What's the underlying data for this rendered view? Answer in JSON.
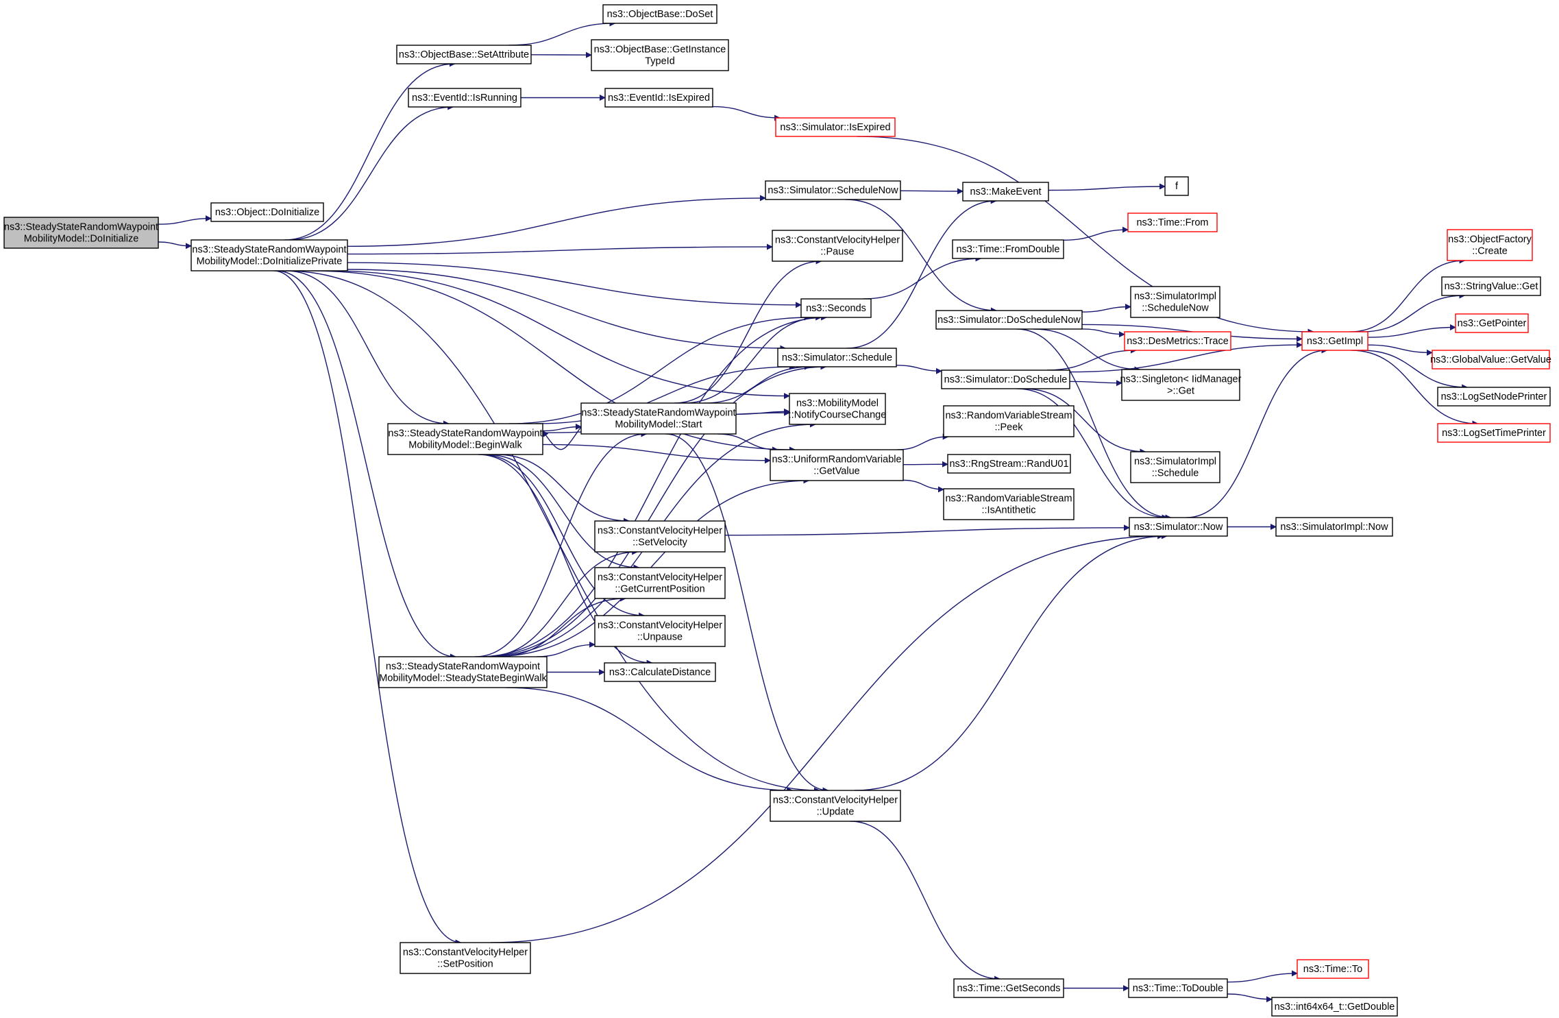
{
  "nodes": [
    {
      "id": "root",
      "lines": [
        "ns3::SteadyStateRandomWaypoint",
        "MobilityModel::DoInitialize"
      ],
      "root": true
    },
    {
      "id": "obj_doinit",
      "lines": [
        "ns3::Object::DoInitialize"
      ]
    },
    {
      "id": "doinitpriv",
      "lines": [
        "ns3::SteadyStateRandomWaypoint",
        "MobilityModel::DoInitializePrivate"
      ]
    },
    {
      "id": "ob_setattr",
      "lines": [
        "ns3::ObjectBase::SetAttribute"
      ]
    },
    {
      "id": "ob_doset",
      "lines": [
        "ns3::ObjectBase::DoSet"
      ]
    },
    {
      "id": "ob_getinst",
      "lines": [
        "ns3::ObjectBase::GetInstance",
        "TypeId"
      ]
    },
    {
      "id": "ev_isrunning",
      "lines": [
        "ns3::EventId::IsRunning"
      ]
    },
    {
      "id": "ev_isexpired",
      "lines": [
        "ns3::EventId::IsExpired"
      ]
    },
    {
      "id": "sim_isexpired",
      "lines": [
        "ns3::Simulator::IsExpired"
      ],
      "red": true
    },
    {
      "id": "sim_schednow",
      "lines": [
        "ns3::Simulator::ScheduleNow"
      ]
    },
    {
      "id": "makeevent",
      "lines": [
        "ns3::MakeEvent"
      ]
    },
    {
      "id": "f",
      "lines": [
        "f"
      ]
    },
    {
      "id": "cvh_pause",
      "lines": [
        "ns3::ConstantVelocityHelper",
        "::Pause"
      ]
    },
    {
      "id": "time_fromdouble",
      "lines": [
        "ns3::Time::FromDouble"
      ]
    },
    {
      "id": "time_from",
      "lines": [
        "ns3::Time::From"
      ],
      "red": true
    },
    {
      "id": "seconds",
      "lines": [
        "ns3::Seconds"
      ]
    },
    {
      "id": "sim_dosn",
      "lines": [
        "ns3::Simulator::DoScheduleNow"
      ]
    },
    {
      "id": "simimpl_sn",
      "lines": [
        "ns3::SimulatorImpl",
        "::ScheduleNow"
      ]
    },
    {
      "id": "desmetrics",
      "lines": [
        "ns3::DesMetrics::Trace"
      ],
      "red": true
    },
    {
      "id": "sim_schedule",
      "lines": [
        "ns3::Simulator::Schedule"
      ]
    },
    {
      "id": "sim_dosched",
      "lines": [
        "ns3::Simulator::DoSchedule"
      ]
    },
    {
      "id": "singleton",
      "lines": [
        "ns3::Singleton< IidManager",
        ">::Get"
      ]
    },
    {
      "id": "getimpl",
      "lines": [
        "ns3::GetImpl"
      ],
      "red": true
    },
    {
      "id": "objfactory",
      "lines": [
        "ns3::ObjectFactory",
        "::Create"
      ],
      "red": true
    },
    {
      "id": "stringvalue",
      "lines": [
        "ns3::StringValue::Get"
      ]
    },
    {
      "id": "getpointer",
      "lines": [
        "ns3::GetPointer"
      ],
      "red": true
    },
    {
      "id": "globalvalue",
      "lines": [
        "ns3::GlobalValue::GetValue"
      ],
      "red": true
    },
    {
      "id": "lognode",
      "lines": [
        "ns3::LogSetNodePrinter"
      ]
    },
    {
      "id": "logtime",
      "lines": [
        "ns3::LogSetTimePrinter"
      ],
      "red": true
    },
    {
      "id": "mm_notify",
      "lines": [
        "ns3::MobilityModel",
        "::NotifyCourseChange"
      ]
    },
    {
      "id": "ss_start",
      "lines": [
        "ns3::SteadyStateRandomWaypoint",
        "MobilityModel::Start"
      ]
    },
    {
      "id": "beginwalk",
      "lines": [
        "ns3::SteadyStateRandomWaypoint",
        "MobilityModel::BeginWalk"
      ]
    },
    {
      "id": "urv_getvalue",
      "lines": [
        "ns3::UniformRandomVariable",
        "::GetValue"
      ]
    },
    {
      "id": "rvs_peek",
      "lines": [
        "ns3::RandomVariableStream",
        "::Peek"
      ]
    },
    {
      "id": "rng_randu01",
      "lines": [
        "ns3::RngStream::RandU01"
      ]
    },
    {
      "id": "rvs_isanti",
      "lines": [
        "ns3::RandomVariableStream",
        "::IsAntithetic"
      ]
    },
    {
      "id": "simimpl_sched",
      "lines": [
        "ns3::SimulatorImpl",
        "::Schedule"
      ]
    },
    {
      "id": "sim_now",
      "lines": [
        "ns3::Simulator::Now"
      ]
    },
    {
      "id": "simimpl_now",
      "lines": [
        "ns3::SimulatorImpl::Now"
      ]
    },
    {
      "id": "cvh_setvel",
      "lines": [
        "ns3::ConstantVelocityHelper",
        "::SetVelocity"
      ]
    },
    {
      "id": "cvh_getcur",
      "lines": [
        "ns3::ConstantVelocityHelper",
        "::GetCurrentPosition"
      ]
    },
    {
      "id": "cvh_unpause",
      "lines": [
        "ns3::ConstantVelocityHelper",
        "::Unpause"
      ]
    },
    {
      "id": "calcdist",
      "lines": [
        "ns3::CalculateDistance"
      ]
    },
    {
      "id": "ss_beginwalk",
      "lines": [
        "ns3::SteadyStateRandomWaypoint",
        "MobilityModel::SteadyStateBeginWalk"
      ]
    },
    {
      "id": "cvh_update",
      "lines": [
        "ns3::ConstantVelocityHelper",
        "::Update"
      ]
    },
    {
      "id": "cvh_setpos",
      "lines": [
        "ns3::ConstantVelocityHelper",
        "::SetPosition"
      ]
    },
    {
      "id": "time_getsec",
      "lines": [
        "ns3::Time::GetSeconds"
      ]
    },
    {
      "id": "time_todouble",
      "lines": [
        "ns3::Time::ToDouble"
      ]
    },
    {
      "id": "time_to",
      "lines": [
        "ns3::Time::To"
      ],
      "red": true
    },
    {
      "id": "int64_getdouble",
      "lines": [
        "ns3::int64x64_t::GetDouble"
      ]
    }
  ],
  "edges": [
    [
      "root",
      "obj_doinit"
    ],
    [
      "root",
      "doinitpriv"
    ],
    [
      "doinitpriv",
      "ob_setattr"
    ],
    [
      "doinitpriv",
      "ev_isrunning"
    ],
    [
      "doinitpriv",
      "sim_schednow"
    ],
    [
      "doinitpriv",
      "cvh_pause"
    ],
    [
      "doinitpriv",
      "seconds"
    ],
    [
      "doinitpriv",
      "sim_schedule"
    ],
    [
      "doinitpriv",
      "mm_notify"
    ],
    [
      "doinitpriv",
      "beginwalk"
    ],
    [
      "doinitpriv",
      "ss_beginwalk"
    ],
    [
      "doinitpriv",
      "cvh_update"
    ],
    [
      "doinitpriv",
      "cvh_setpos"
    ],
    [
      "doinitpriv",
      "urv_getvalue"
    ],
    [
      "ob_setattr",
      "ob_doset"
    ],
    [
      "ob_setattr",
      "ob_getinst"
    ],
    [
      "ev_isrunning",
      "ev_isexpired"
    ],
    [
      "ev_isexpired",
      "sim_isexpired"
    ],
    [
      "sim_isexpired",
      "getimpl"
    ],
    [
      "sim_schednow",
      "makeevent"
    ],
    [
      "sim_schednow",
      "sim_dosn"
    ],
    [
      "makeevent",
      "f"
    ],
    [
      "time_fromdouble",
      "time_from"
    ],
    [
      "seconds",
      "time_fromdouble"
    ],
    [
      "sim_schedule",
      "makeevent"
    ],
    [
      "sim_schedule",
      "sim_dosched"
    ],
    [
      "sim_dosn",
      "simimpl_sn"
    ],
    [
      "sim_dosn",
      "desmetrics"
    ],
    [
      "sim_dosn",
      "singleton"
    ],
    [
      "sim_dosn",
      "getimpl"
    ],
    [
      "sim_dosn",
      "sim_now"
    ],
    [
      "sim_dosched",
      "desmetrics"
    ],
    [
      "sim_dosched",
      "singleton"
    ],
    [
      "sim_dosched",
      "getimpl"
    ],
    [
      "sim_dosched",
      "simimpl_sched"
    ],
    [
      "sim_dosched",
      "sim_now"
    ],
    [
      "getimpl",
      "objfactory"
    ],
    [
      "getimpl",
      "stringvalue"
    ],
    [
      "getimpl",
      "getpointer"
    ],
    [
      "getimpl",
      "globalvalue"
    ],
    [
      "getimpl",
      "lognode"
    ],
    [
      "getimpl",
      "logtime"
    ],
    [
      "beginwalk",
      "seconds"
    ],
    [
      "beginwalk",
      "sim_schedule"
    ],
    [
      "beginwalk",
      "mm_notify"
    ],
    [
      "beginwalk",
      "ss_start"
    ],
    [
      "beginwalk",
      "urv_getvalue"
    ],
    [
      "beginwalk",
      "cvh_setvel"
    ],
    [
      "beginwalk",
      "cvh_getcur"
    ],
    [
      "beginwalk",
      "cvh_unpause"
    ],
    [
      "beginwalk",
      "calcdist"
    ],
    [
      "ss_start",
      "beginwalk"
    ],
    [
      "ss_start",
      "cvh_pause"
    ],
    [
      "ss_start",
      "seconds"
    ],
    [
      "ss_start",
      "sim_schedule"
    ],
    [
      "ss_start",
      "mm_notify"
    ],
    [
      "ss_start",
      "urv_getvalue"
    ],
    [
      "ss_start",
      "cvh_update"
    ],
    [
      "urv_getvalue",
      "rvs_peek"
    ],
    [
      "urv_getvalue",
      "rng_randu01"
    ],
    [
      "urv_getvalue",
      "rvs_isanti"
    ],
    [
      "sim_now",
      "simimpl_now"
    ],
    [
      "sim_now",
      "getimpl"
    ],
    [
      "cvh_setvel",
      "sim_now"
    ],
    [
      "ss_beginwalk",
      "ss_start"
    ],
    [
      "ss_beginwalk",
      "cvh_setvel"
    ],
    [
      "ss_beginwalk",
      "cvh_getcur"
    ],
    [
      "ss_beginwalk",
      "cvh_unpause"
    ],
    [
      "ss_beginwalk",
      "calcdist"
    ],
    [
      "ss_beginwalk",
      "seconds"
    ],
    [
      "ss_beginwalk",
      "sim_schedule"
    ],
    [
      "ss_beginwalk",
      "mm_notify"
    ],
    [
      "ss_beginwalk",
      "urv_getvalue"
    ],
    [
      "ss_beginwalk",
      "cvh_update"
    ],
    [
      "cvh_update",
      "sim_now"
    ],
    [
      "cvh_update",
      "time_getsec"
    ],
    [
      "cvh_setpos",
      "sim_now"
    ],
    [
      "time_getsec",
      "time_todouble"
    ],
    [
      "time_todouble",
      "time_to"
    ],
    [
      "time_todouble",
      "int64_getdouble"
    ]
  ],
  "colors": {
    "edge": "#191970",
    "box_border": "#000000",
    "box_highlight": "#ff0000",
    "root_fill": "#bfbfbf"
  }
}
